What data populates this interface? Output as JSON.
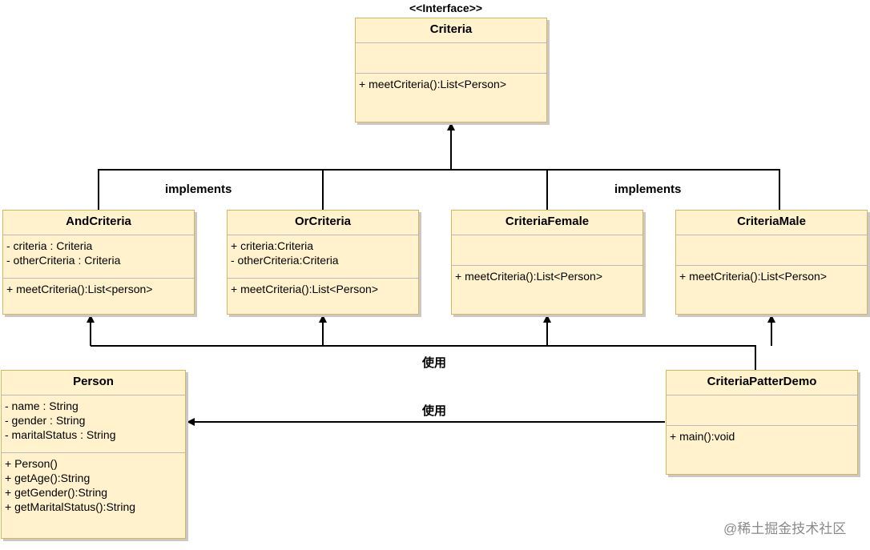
{
  "interface_stereotype": "<<Interface>>",
  "classes": {
    "criteria": {
      "name": "Criteria",
      "attributes": [],
      "methods": [
        "+ meetCriteria():List<Person>"
      ]
    },
    "and_criteria": {
      "name": "AndCriteria",
      "attributes": [
        "- criteria : Criteria",
        "- otherCriteria : Criteria"
      ],
      "methods": [
        "+ meetCriteria():List<person>"
      ]
    },
    "or_criteria": {
      "name": "OrCriteria",
      "attributes": [
        "+ criteria:Criteria",
        "- otherCriteria:Criteria"
      ],
      "methods": [
        "+ meetCriteria():List<Person>"
      ]
    },
    "criteria_female": {
      "name": "CriteriaFemale",
      "attributes": [],
      "methods": [
        "+ meetCriteria():List<Person>"
      ]
    },
    "criteria_male": {
      "name": "CriteriaMale",
      "attributes": [],
      "methods": [
        "+ meetCriteria():List<Person>"
      ]
    },
    "person": {
      "name": "Person",
      "attributes": [
        "- name : String",
        "- gender : String",
        "- maritalStatus : String"
      ],
      "methods": [
        "+ Person()",
        "+ getAge():String",
        "+ getGender():String",
        "+ getMaritalStatus():String"
      ]
    },
    "demo": {
      "name": "CriteriaPatterDemo",
      "attributes": [],
      "methods": [
        "+ main():void"
      ]
    }
  },
  "labels": {
    "implements_left": "implements",
    "implements_right": "implements",
    "uses_criteria": "使用",
    "uses_person": "使用"
  },
  "watermark": "@稀土掘金技术社区",
  "colors": {
    "class_fill": "#fff2cc",
    "class_border": "#d6b656",
    "line": "#000000"
  }
}
